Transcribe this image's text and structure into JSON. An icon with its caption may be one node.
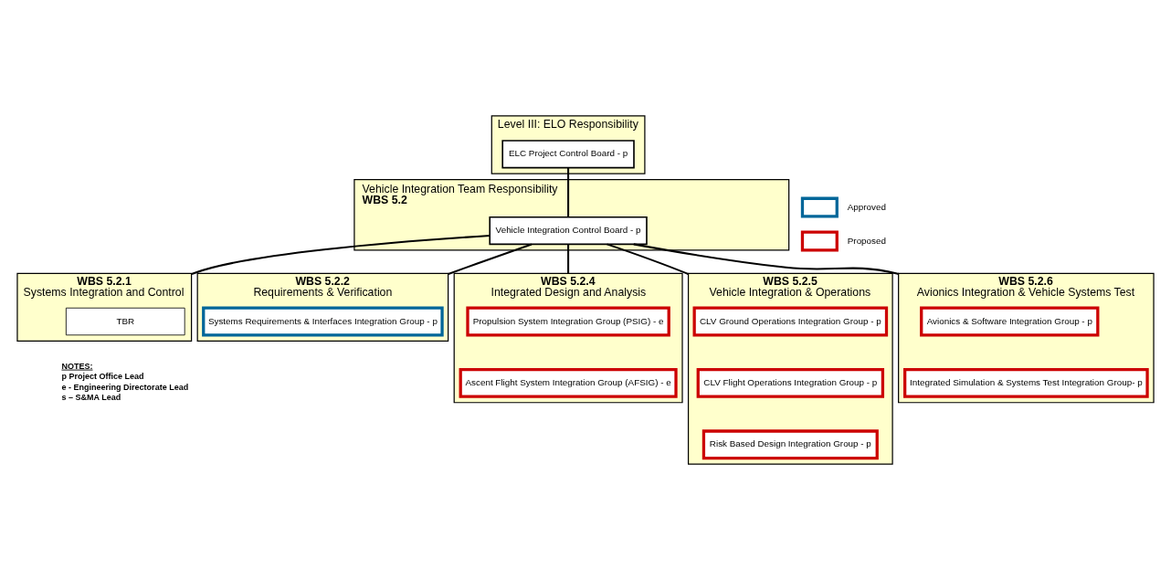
{
  "diagram": {
    "nodes": [
      {
        "text": [
          "Level III: ELO Responsibility"
        ]
      },
      {
        "text": [
          "ELC Project Control Board - p"
        ],
        "in": 0
      },
      {
        "text": [
          "Vehicle Integration Team Responsibility",
          "WBS 5.2"
        ]
      },
      {
        "text": [
          "Vehicle Integration Control Board - p"
        ],
        "in": 2
      },
      {
        "text": [
          "WBS 5.2.1",
          "Systems Integration and Control"
        ]
      },
      {
        "text": [
          "TBR"
        ],
        "in": 4
      },
      {
        "text": [
          "WBS 5.2.2",
          "Requirements & Verification"
        ]
      },
      {
        "text": [
          "Systems Requirements & Interfaces Integration Group - p"
        ],
        "in": 6
      },
      {
        "text": [
          "WBS 5.2.4",
          "Integrated Design and Analysis"
        ]
      },
      {
        "text": [
          "Propulsion System Integration Group (PSIG) - e"
        ],
        "in": 8
      },
      {
        "text": [
          "Ascent Flight System Integration Group (AFSIG) - e"
        ],
        "in": 8
      },
      {
        "text": [
          "WBS 5.2.5",
          "Vehicle Integration & Operations"
        ]
      },
      {
        "text": [
          "CLV Ground Operations Integration Group - p"
        ],
        "in": 11
      },
      {
        "text": [
          "CLV Flight Operations Integration Group - p"
        ],
        "in": 11
      },
      {
        "text": [
          "Risk Based Design Integration Group - p"
        ],
        "in": 11
      },
      {
        "text": [
          "WBS 5.2.6",
          "Avionics Integration & Vehicle Systems Test"
        ]
      },
      {
        "text": [
          "Avionics & Software Integration Group - p"
        ],
        "in": 15
      },
      {
        "text": [
          "Integrated Simulation & Systems Test Integration Group- p"
        ],
        "in": 15
      }
    ],
    "edges": [
      {
        "from": 1,
        "to": 3,
        "arrow": "none"
      },
      {
        "from": 3,
        "to": 4,
        "arrow": "none"
      },
      {
        "from": 3,
        "to": 6,
        "arrow": "none"
      },
      {
        "from": 3,
        "to": 8,
        "arrow": "none"
      },
      {
        "from": 3,
        "to": 11,
        "arrow": "none"
      },
      {
        "from": 3,
        "to": 15,
        "arrow": "none"
      }
    ],
    "labels": [
      "NOTES:",
      "p Project Office Lead",
      "e - Engineering Directorate Lead",
      "s – S&MA Lead"
    ],
    "legend": [
      {
        "text": "Approved",
        "color": "#006699"
      },
      {
        "text": "Proposed",
        "color": "#cc0000"
      }
    ]
  }
}
